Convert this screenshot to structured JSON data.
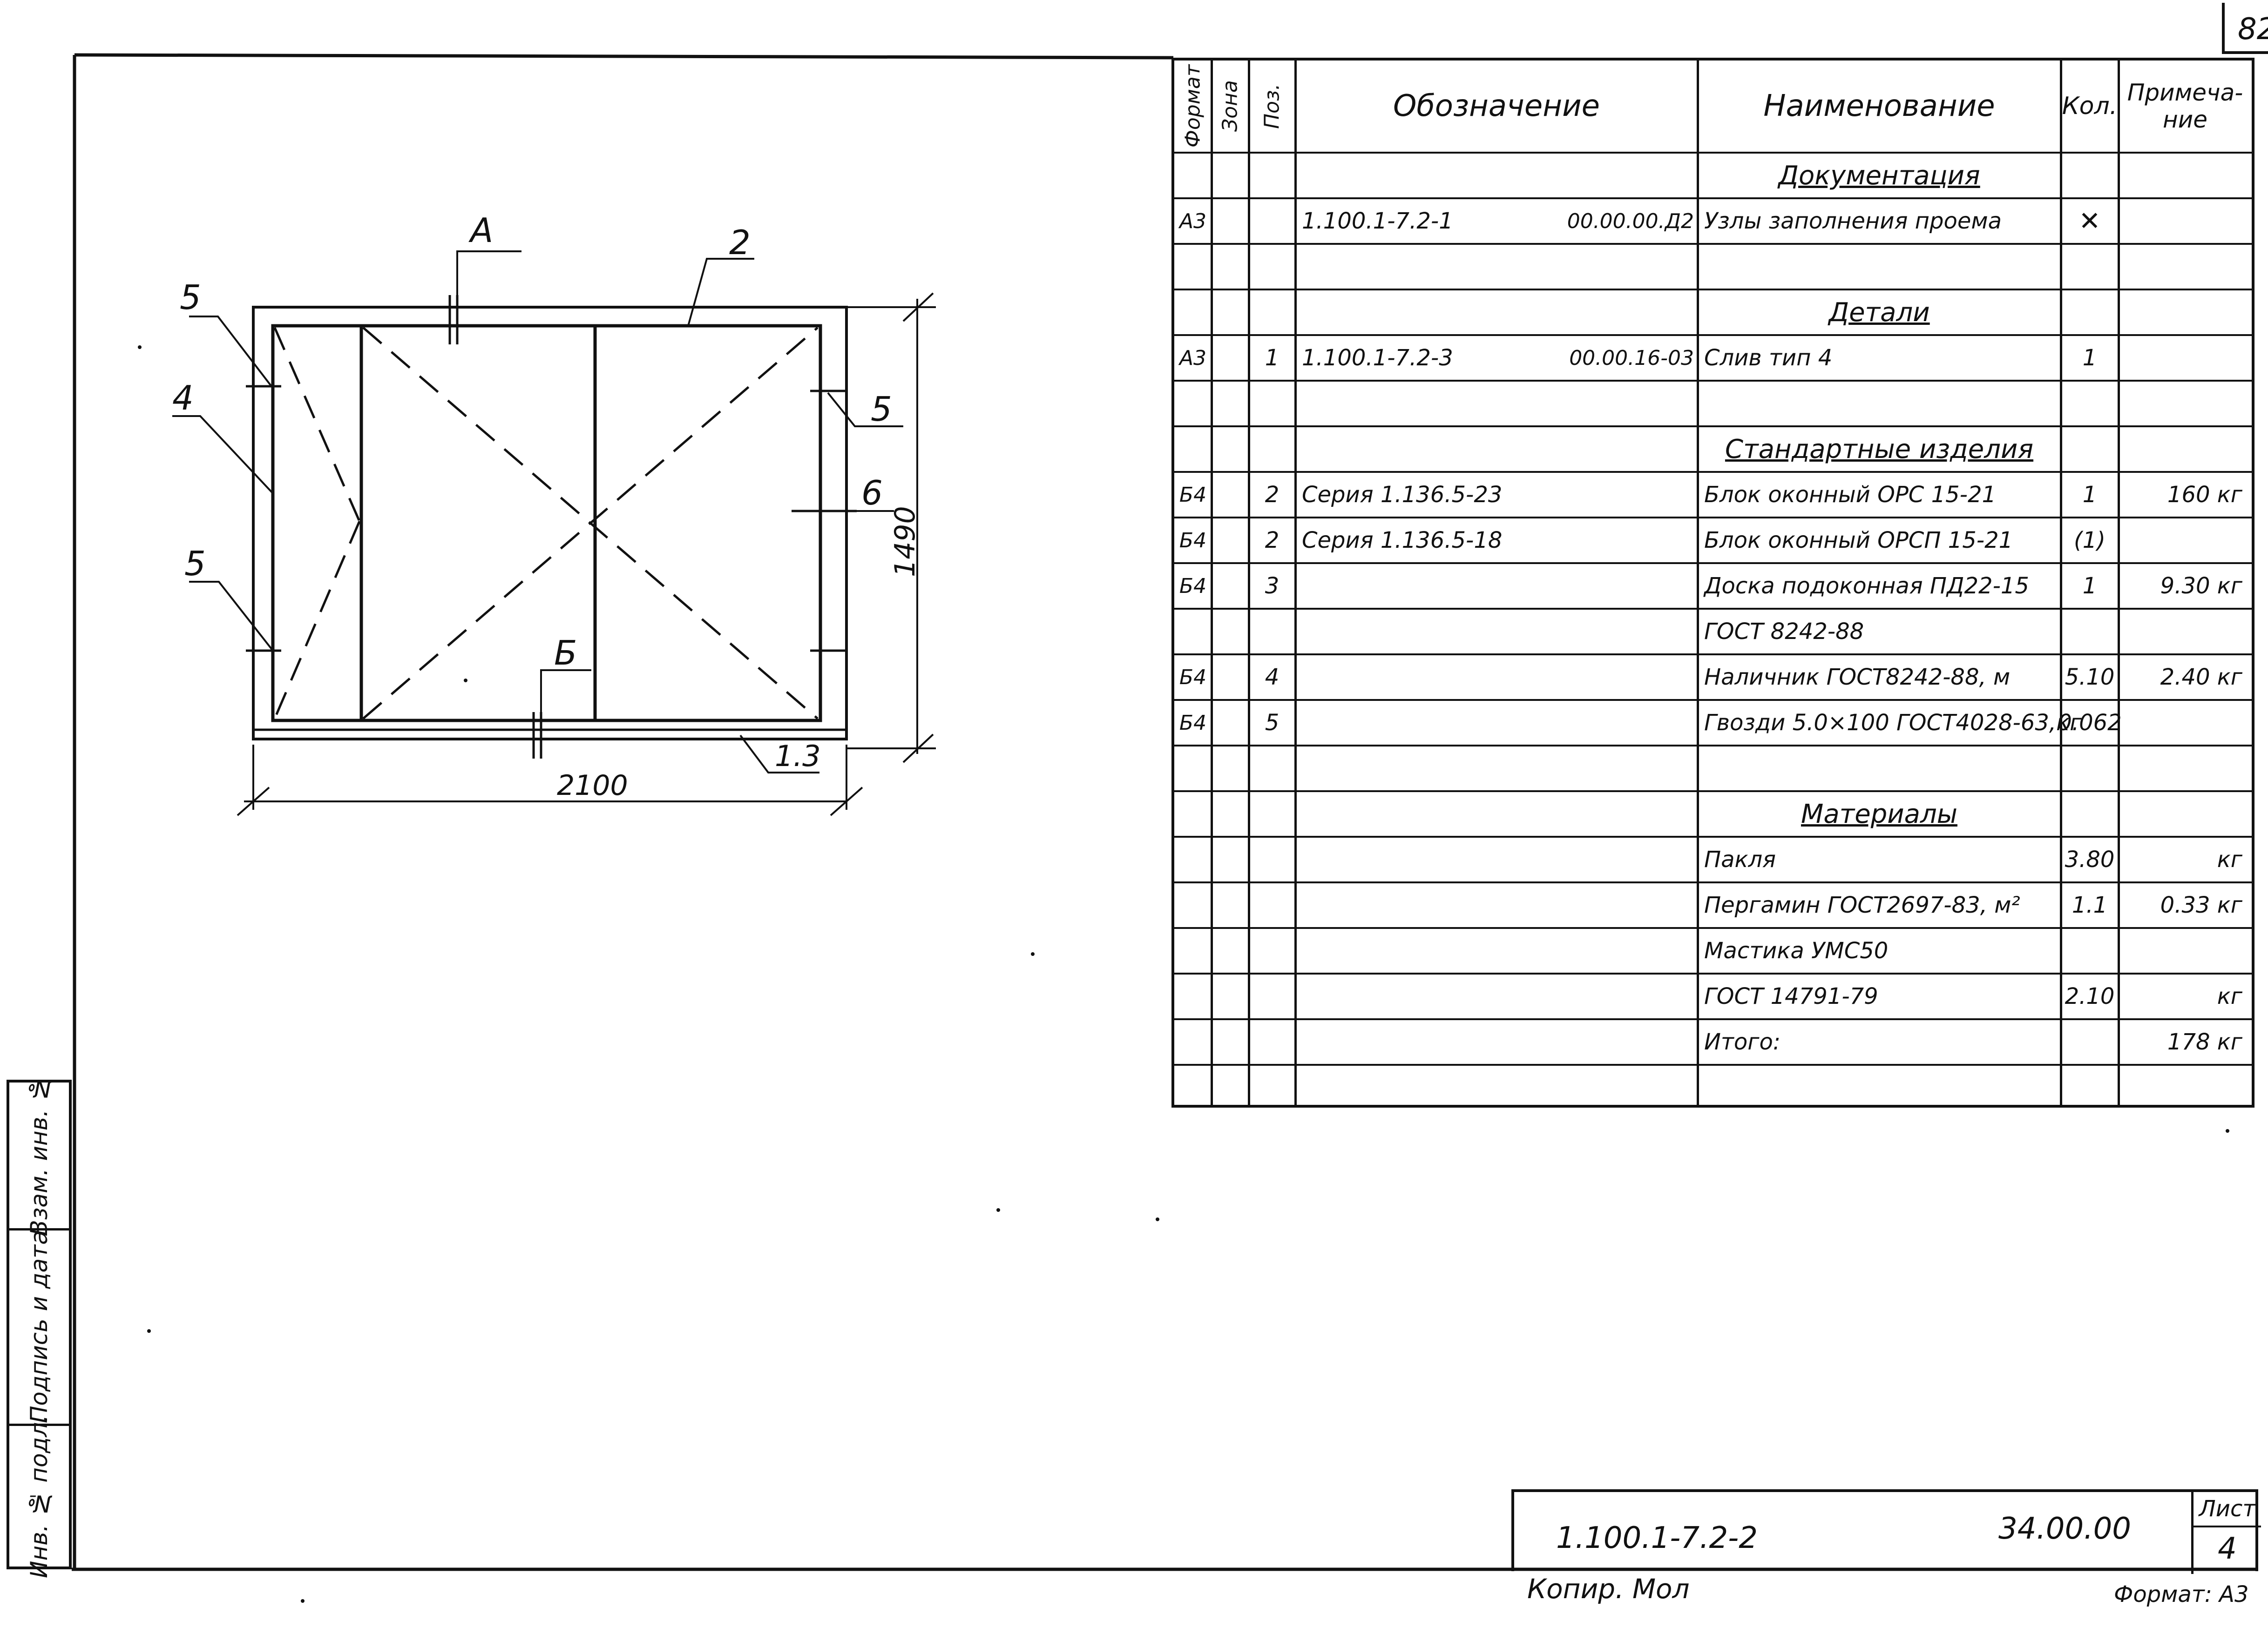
{
  "corner_sheet_number": "82",
  "drawing": {
    "leaders": {
      "a": "А",
      "two": "2",
      "five_top_left": "5",
      "four": "4",
      "five_bottom_left": "5",
      "five_right": "5",
      "six": "6",
      "b": "Б",
      "one_three": "1.3"
    },
    "dimensions": {
      "width": "2100",
      "height": "1490"
    }
  },
  "spec_table": {
    "headers": {
      "format": "Формат",
      "zone": "Зона",
      "pos": "Поз.",
      "designation": "Обозначение",
      "name": "Наименование",
      "qty": "Кол.",
      "note_line1": "Примеча-",
      "note_line2": "ние"
    },
    "rows": [
      {
        "format": "",
        "pos": "",
        "designation": "",
        "designation_code": "",
        "name": "Документация",
        "qty": "",
        "note": "",
        "kind": "section"
      },
      {
        "format": "А3",
        "pos": "",
        "designation": "1.100.1-7.2-1",
        "designation_code": "00.00.00.Д2",
        "name": "Узлы заполнения проема",
        "qty": "✕",
        "note": "",
        "kind": "item"
      },
      {
        "format": "",
        "pos": "",
        "designation": "",
        "designation_code": "",
        "name": "",
        "qty": "",
        "note": "",
        "kind": "blank"
      },
      {
        "format": "",
        "pos": "",
        "designation": "",
        "designation_code": "",
        "name": "Детали",
        "qty": "",
        "note": "",
        "kind": "section"
      },
      {
        "format": "А3",
        "pos": "1",
        "designation": "1.100.1-7.2-3",
        "designation_code": "00.00.16-03",
        "name": "Слив  тип 4",
        "qty": "1",
        "note": "",
        "kind": "item"
      },
      {
        "format": "",
        "pos": "",
        "designation": "",
        "designation_code": "",
        "name": "",
        "qty": "",
        "note": "",
        "kind": "blank"
      },
      {
        "format": "",
        "pos": "",
        "designation": "",
        "designation_code": "",
        "name": "Стандартные изделия",
        "qty": "",
        "note": "",
        "kind": "section"
      },
      {
        "format": "Б4",
        "pos": "2",
        "designation": "Серия  1.136.5-23",
        "designation_code": "",
        "name": "Блок оконный ОРС 15-21",
        "qty": "1",
        "note": "160 кг",
        "kind": "item"
      },
      {
        "format": "Б4",
        "pos": "2",
        "designation": "Серия  1.136.5-18",
        "designation_code": "",
        "name": "Блок оконный ОРСП 15-21",
        "qty": "(1)",
        "note": "",
        "kind": "item"
      },
      {
        "format": "Б4",
        "pos": "3",
        "designation": "",
        "designation_code": "",
        "name": "Доска подоконная ПД22-15",
        "qty": "1",
        "note": "9.30 кг",
        "kind": "item"
      },
      {
        "format": "",
        "pos": "",
        "designation": "",
        "designation_code": "",
        "name": "ГОСТ 8242-88",
        "qty": "",
        "note": "",
        "kind": "item"
      },
      {
        "format": "Б4",
        "pos": "4",
        "designation": "",
        "designation_code": "",
        "name": "Наличник ГОСТ8242-88, м",
        "qty": "5.10",
        "note": "2.40 кг",
        "kind": "item"
      },
      {
        "format": "Б4",
        "pos": "5",
        "designation": "",
        "designation_code": "",
        "name": "Гвозди 5.0×100 ГОСТ4028-63,кг",
        "qty": "0.062",
        "note": "",
        "kind": "item"
      },
      {
        "format": "",
        "pos": "",
        "designation": "",
        "designation_code": "",
        "name": "",
        "qty": "",
        "note": "",
        "kind": "blank"
      },
      {
        "format": "",
        "pos": "",
        "designation": "",
        "designation_code": "",
        "name": "Материалы",
        "qty": "",
        "note": "",
        "kind": "section"
      },
      {
        "format": "",
        "pos": "",
        "designation": "",
        "designation_code": "",
        "name": "Пакля",
        "qty": "3.80",
        "note": "кг",
        "kind": "item"
      },
      {
        "format": "",
        "pos": "",
        "designation": "",
        "designation_code": "",
        "name": "Пергамин ГОСТ2697-83, м²",
        "qty": "1.1",
        "note": "0.33 кг",
        "kind": "item"
      },
      {
        "format": "",
        "pos": "",
        "designation": "",
        "designation_code": "",
        "name": "Мастика УМС50",
        "qty": "",
        "note": "",
        "kind": "item"
      },
      {
        "format": "",
        "pos": "",
        "designation": "",
        "designation_code": "",
        "name": "ГОСТ 14791-79",
        "qty": "2.10",
        "note": "кг",
        "kind": "item"
      },
      {
        "format": "",
        "pos": "",
        "designation": "",
        "designation_code": "",
        "name": "Итого:",
        "qty": "",
        "note": "178 кг",
        "kind": "item"
      },
      {
        "format": "",
        "pos": "",
        "designation": "",
        "designation_code": "",
        "name": "",
        "qty": "",
        "note": "",
        "kind": "blank"
      }
    ]
  },
  "side_strip": {
    "cells": [
      "Взам. инв. №",
      "Подпись и дата",
      "Инв. № подл."
    ]
  },
  "title_block": {
    "document_code": "1.100.1-7.2-2",
    "document_number": "34.00.00",
    "sheet_label": "Лист",
    "sheet_number": "4"
  },
  "below_frame": {
    "copied": "Копир. Мол",
    "format": "Формат: А3"
  },
  "colors": {
    "ink": "#111111",
    "paper": "#ffffff"
  }
}
